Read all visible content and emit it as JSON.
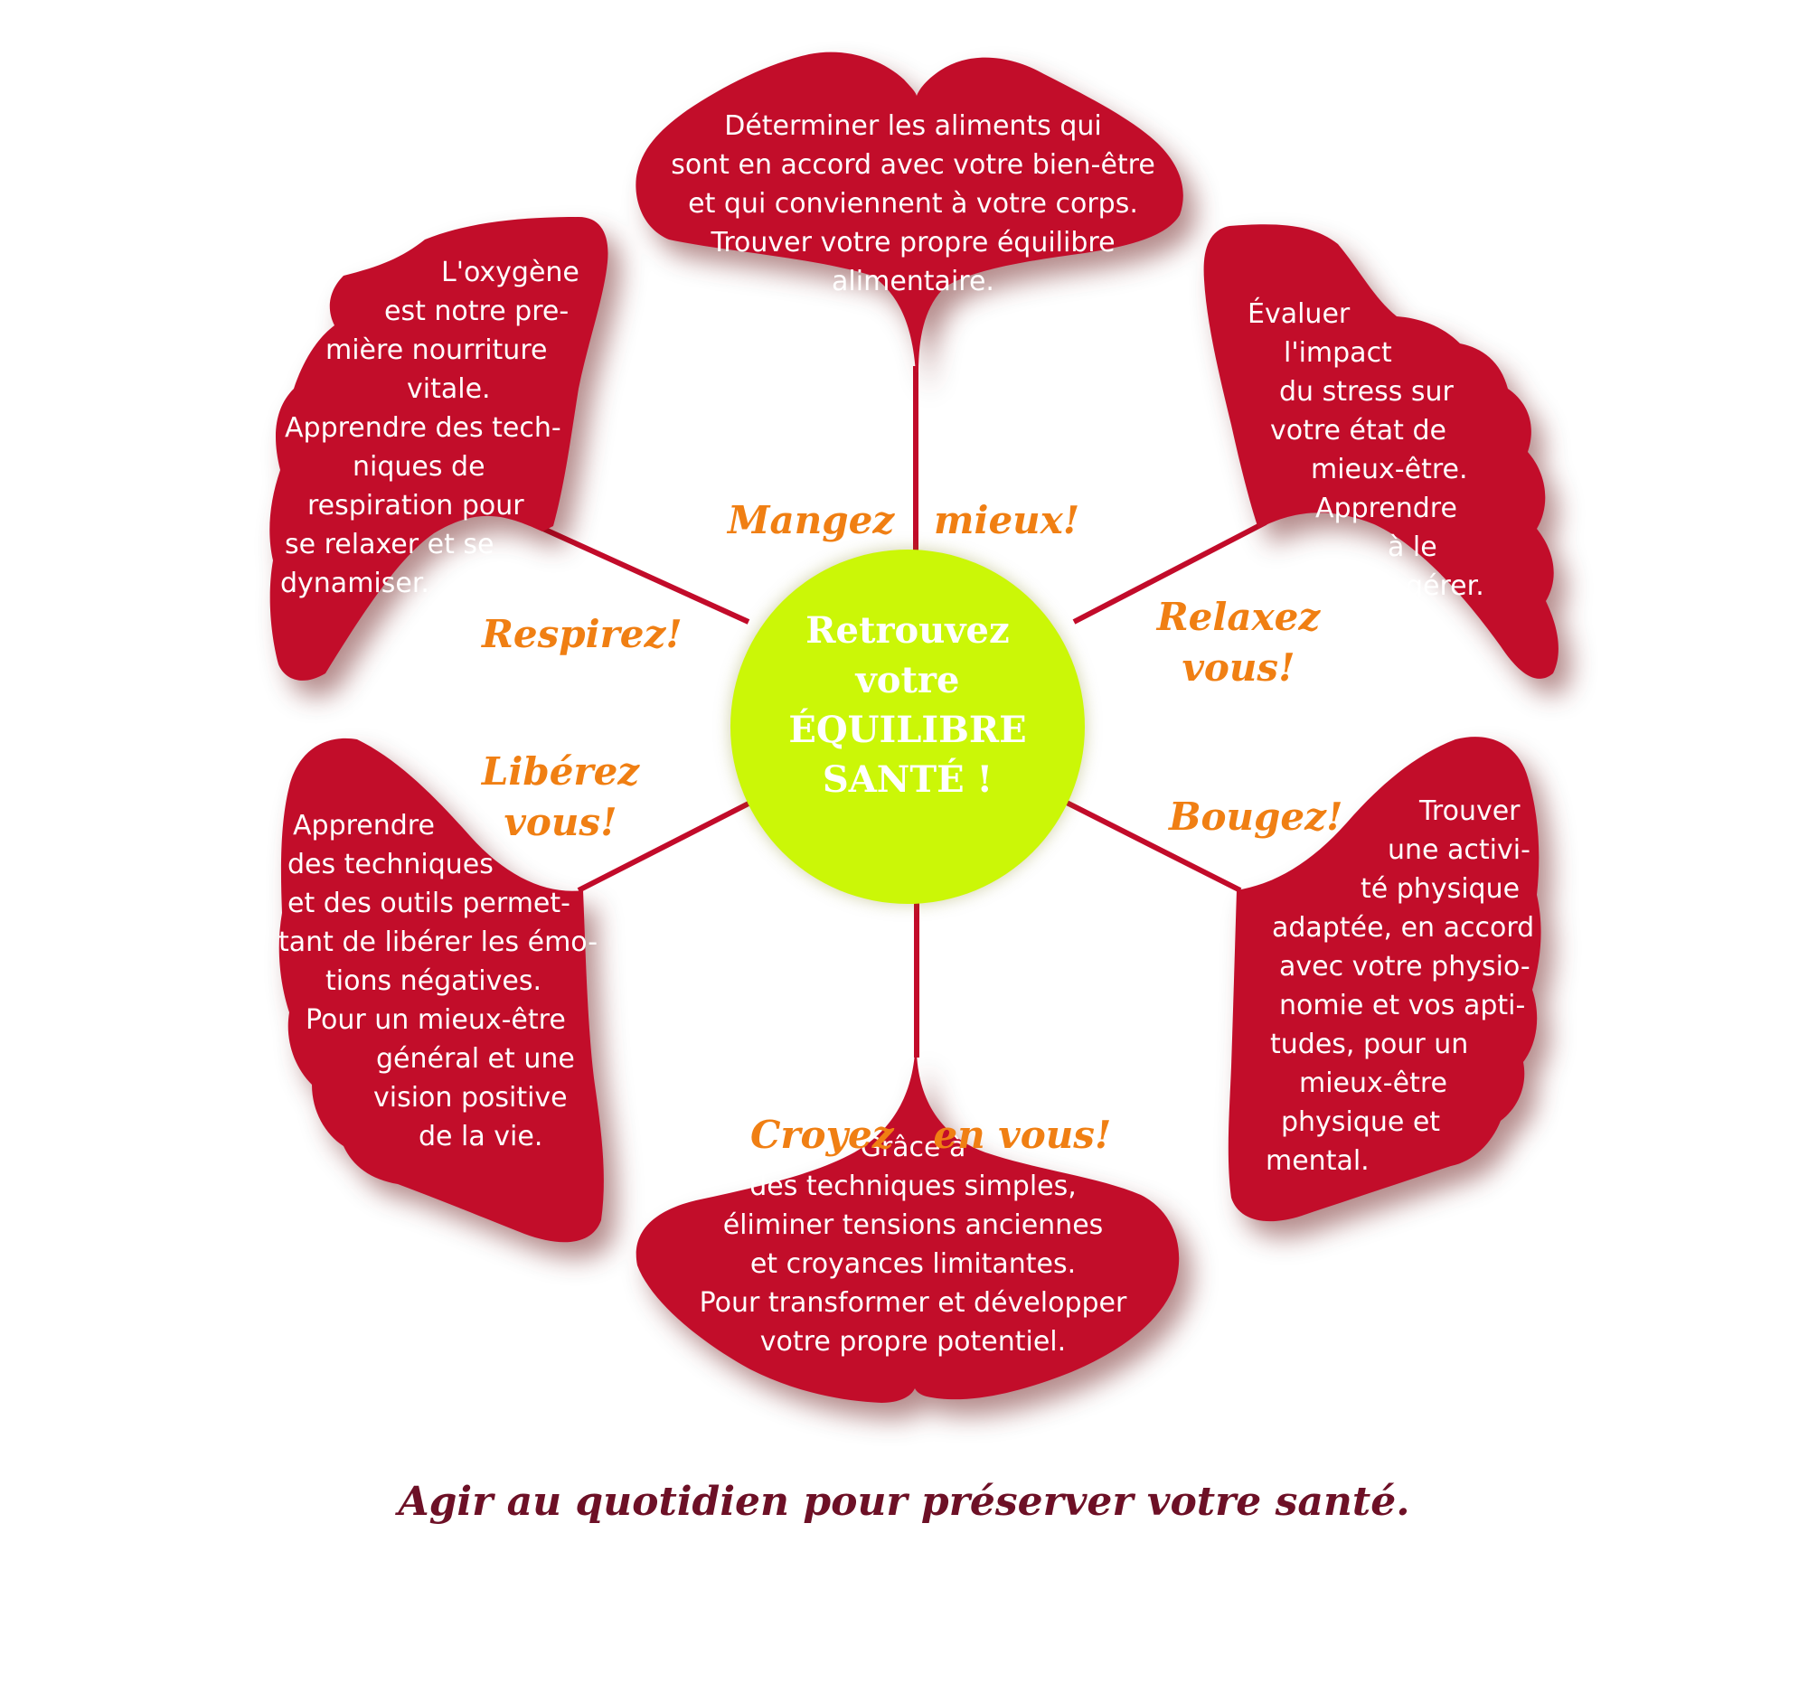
{
  "center": {
    "lines": [
      "Retrouvez",
      "votre",
      "ÉQUILIBRE",
      "SANTÉ !"
    ],
    "color": "#cbf707"
  },
  "colors": {
    "leaf": "#c20b2a",
    "label": "#f07f13",
    "tagline": "#6d1026",
    "text": "#ffffff"
  },
  "petals": {
    "top": {
      "label": [
        "Mangez   mieux!"
      ],
      "text": [
        "Déterminer les aliments qui",
        "sont en accord avec votre bien-être",
        "et qui conviennent à votre corps.",
        "Trouver votre propre équilibre",
        "alimentaire."
      ]
    },
    "upper_right": {
      "label": [
        "Relaxez",
        "vous!"
      ],
      "text": [
        "Évaluer",
        "l'impact",
        "du stress sur",
        "votre état de",
        "mieux-être.",
        "Apprendre",
        "à le",
        "gérer."
      ]
    },
    "lower_right": {
      "label": [
        "Bougez!"
      ],
      "text": [
        "Trouver",
        "une activi-",
        "té physique",
        "adaptée, en accord",
        "avec votre physio-",
        "nomie et vos apti-",
        "tudes, pour un",
        "mieux-être",
        "physique et",
        "mental."
      ]
    },
    "bottom": {
      "label": [
        "Croyez   en vous!"
      ],
      "text": [
        "Grâce à",
        "des techniques simples,",
        "éliminer tensions anciennes",
        "et croyances limitantes.",
        "Pour transformer et développer",
        "votre propre potentiel."
      ]
    },
    "lower_left": {
      "label": [
        "Libérez",
        "vous!"
      ],
      "text": [
        "Apprendre",
        "des techniques",
        "et des outils permet-",
        "tant de libérer les émo-",
        "tions négatives.",
        "Pour un mieux-être",
        "général et une",
        "vision positive",
        "de la vie."
      ]
    },
    "upper_left": {
      "label": [
        "Respirez!"
      ],
      "text": [
        "L'oxygène",
        "est notre pre-",
        "mière nourriture",
        "vitale.",
        "Apprendre des tech-",
        "niques de",
        "respiration pour",
        "se relaxer et se",
        "dynamiser."
      ]
    }
  },
  "tagline": "Agir au quotidien pour préserver votre santé."
}
